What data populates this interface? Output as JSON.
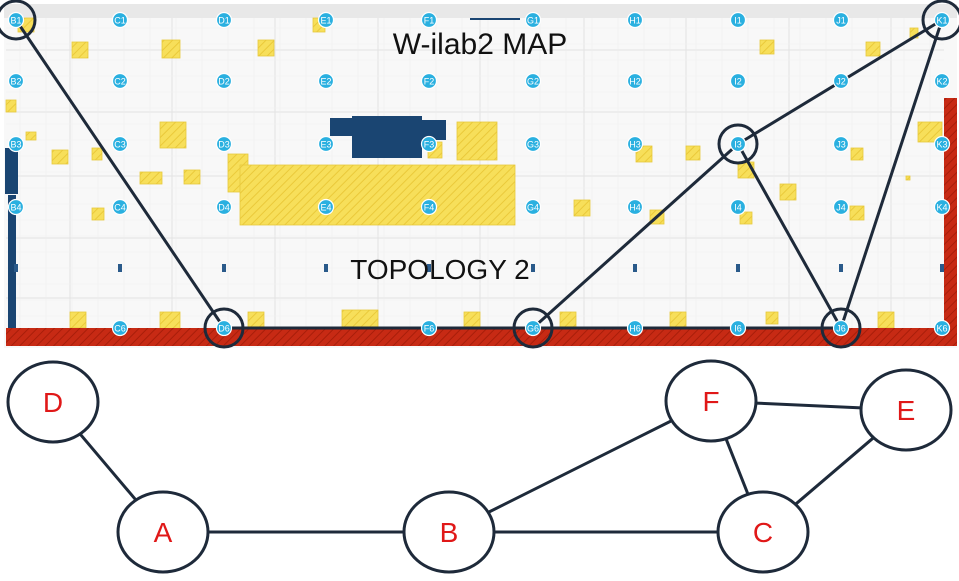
{
  "map": {
    "title": "W-ilab2 MAP",
    "subtitle": "TOPOLOGY 2",
    "colors": {
      "background": "#f8f8f8",
      "grid_line": "#e2e2e2",
      "node_fill": "#2ab0e0",
      "obstacle": "#f7df5a",
      "obstacle_hatch": "#eac93a",
      "equipment": "#1a4572",
      "wall_red": "#c72a14",
      "wall_blue": "#1a4572",
      "link": "#1e2a3a"
    },
    "columns": [
      "B",
      "C",
      "D",
      "E",
      "F",
      "G",
      "H",
      "I",
      "J",
      "K"
    ],
    "rows": [
      "1",
      "2",
      "3",
      "4",
      "5",
      "6"
    ],
    "node_labels": [
      "B1",
      "C1",
      "D1",
      "E1",
      "F1",
      "G1",
      "H1",
      "I1",
      "J1",
      "K1",
      "B2",
      "C2",
      "D2",
      "E2",
      "F2",
      "G2",
      "H2",
      "I2",
      "J2",
      "K2",
      "B3",
      "C3",
      "D3",
      "E3",
      "F3",
      "G3",
      "H3",
      "I3",
      "J3",
      "K3",
      "B4",
      "C4",
      "D4",
      "E4",
      "F4",
      "G4",
      "H4",
      "I4",
      "J4",
      "K4",
      "C6",
      "D6",
      "F6",
      "G6",
      "H6",
      "I6",
      "J6",
      "K6"
    ],
    "selected_nodes": [
      "B1",
      "K1",
      "D6",
      "G6",
      "I3",
      "J6"
    ],
    "links": [
      [
        "B1",
        "D6"
      ],
      [
        "D6",
        "G6"
      ],
      [
        "G6",
        "J6"
      ],
      [
        "G6",
        "I3"
      ],
      [
        "I3",
        "J6"
      ],
      [
        "I3",
        "K1"
      ],
      [
        "K1",
        "J6"
      ]
    ]
  },
  "topology": {
    "colors": {
      "label": "#e01818",
      "stroke": "#1e2a3a",
      "fill": "#ffffff"
    },
    "nodes": [
      {
        "id": "D",
        "label": "D"
      },
      {
        "id": "A",
        "label": "A"
      },
      {
        "id": "B",
        "label": "B"
      },
      {
        "id": "C",
        "label": "C"
      },
      {
        "id": "F",
        "label": "F"
      },
      {
        "id": "E",
        "label": "E"
      }
    ],
    "edges": [
      [
        "D",
        "A"
      ],
      [
        "A",
        "B"
      ],
      [
        "B",
        "C"
      ],
      [
        "B",
        "F"
      ],
      [
        "F",
        "E"
      ],
      [
        "F",
        "C"
      ],
      [
        "C",
        "E"
      ]
    ]
  }
}
